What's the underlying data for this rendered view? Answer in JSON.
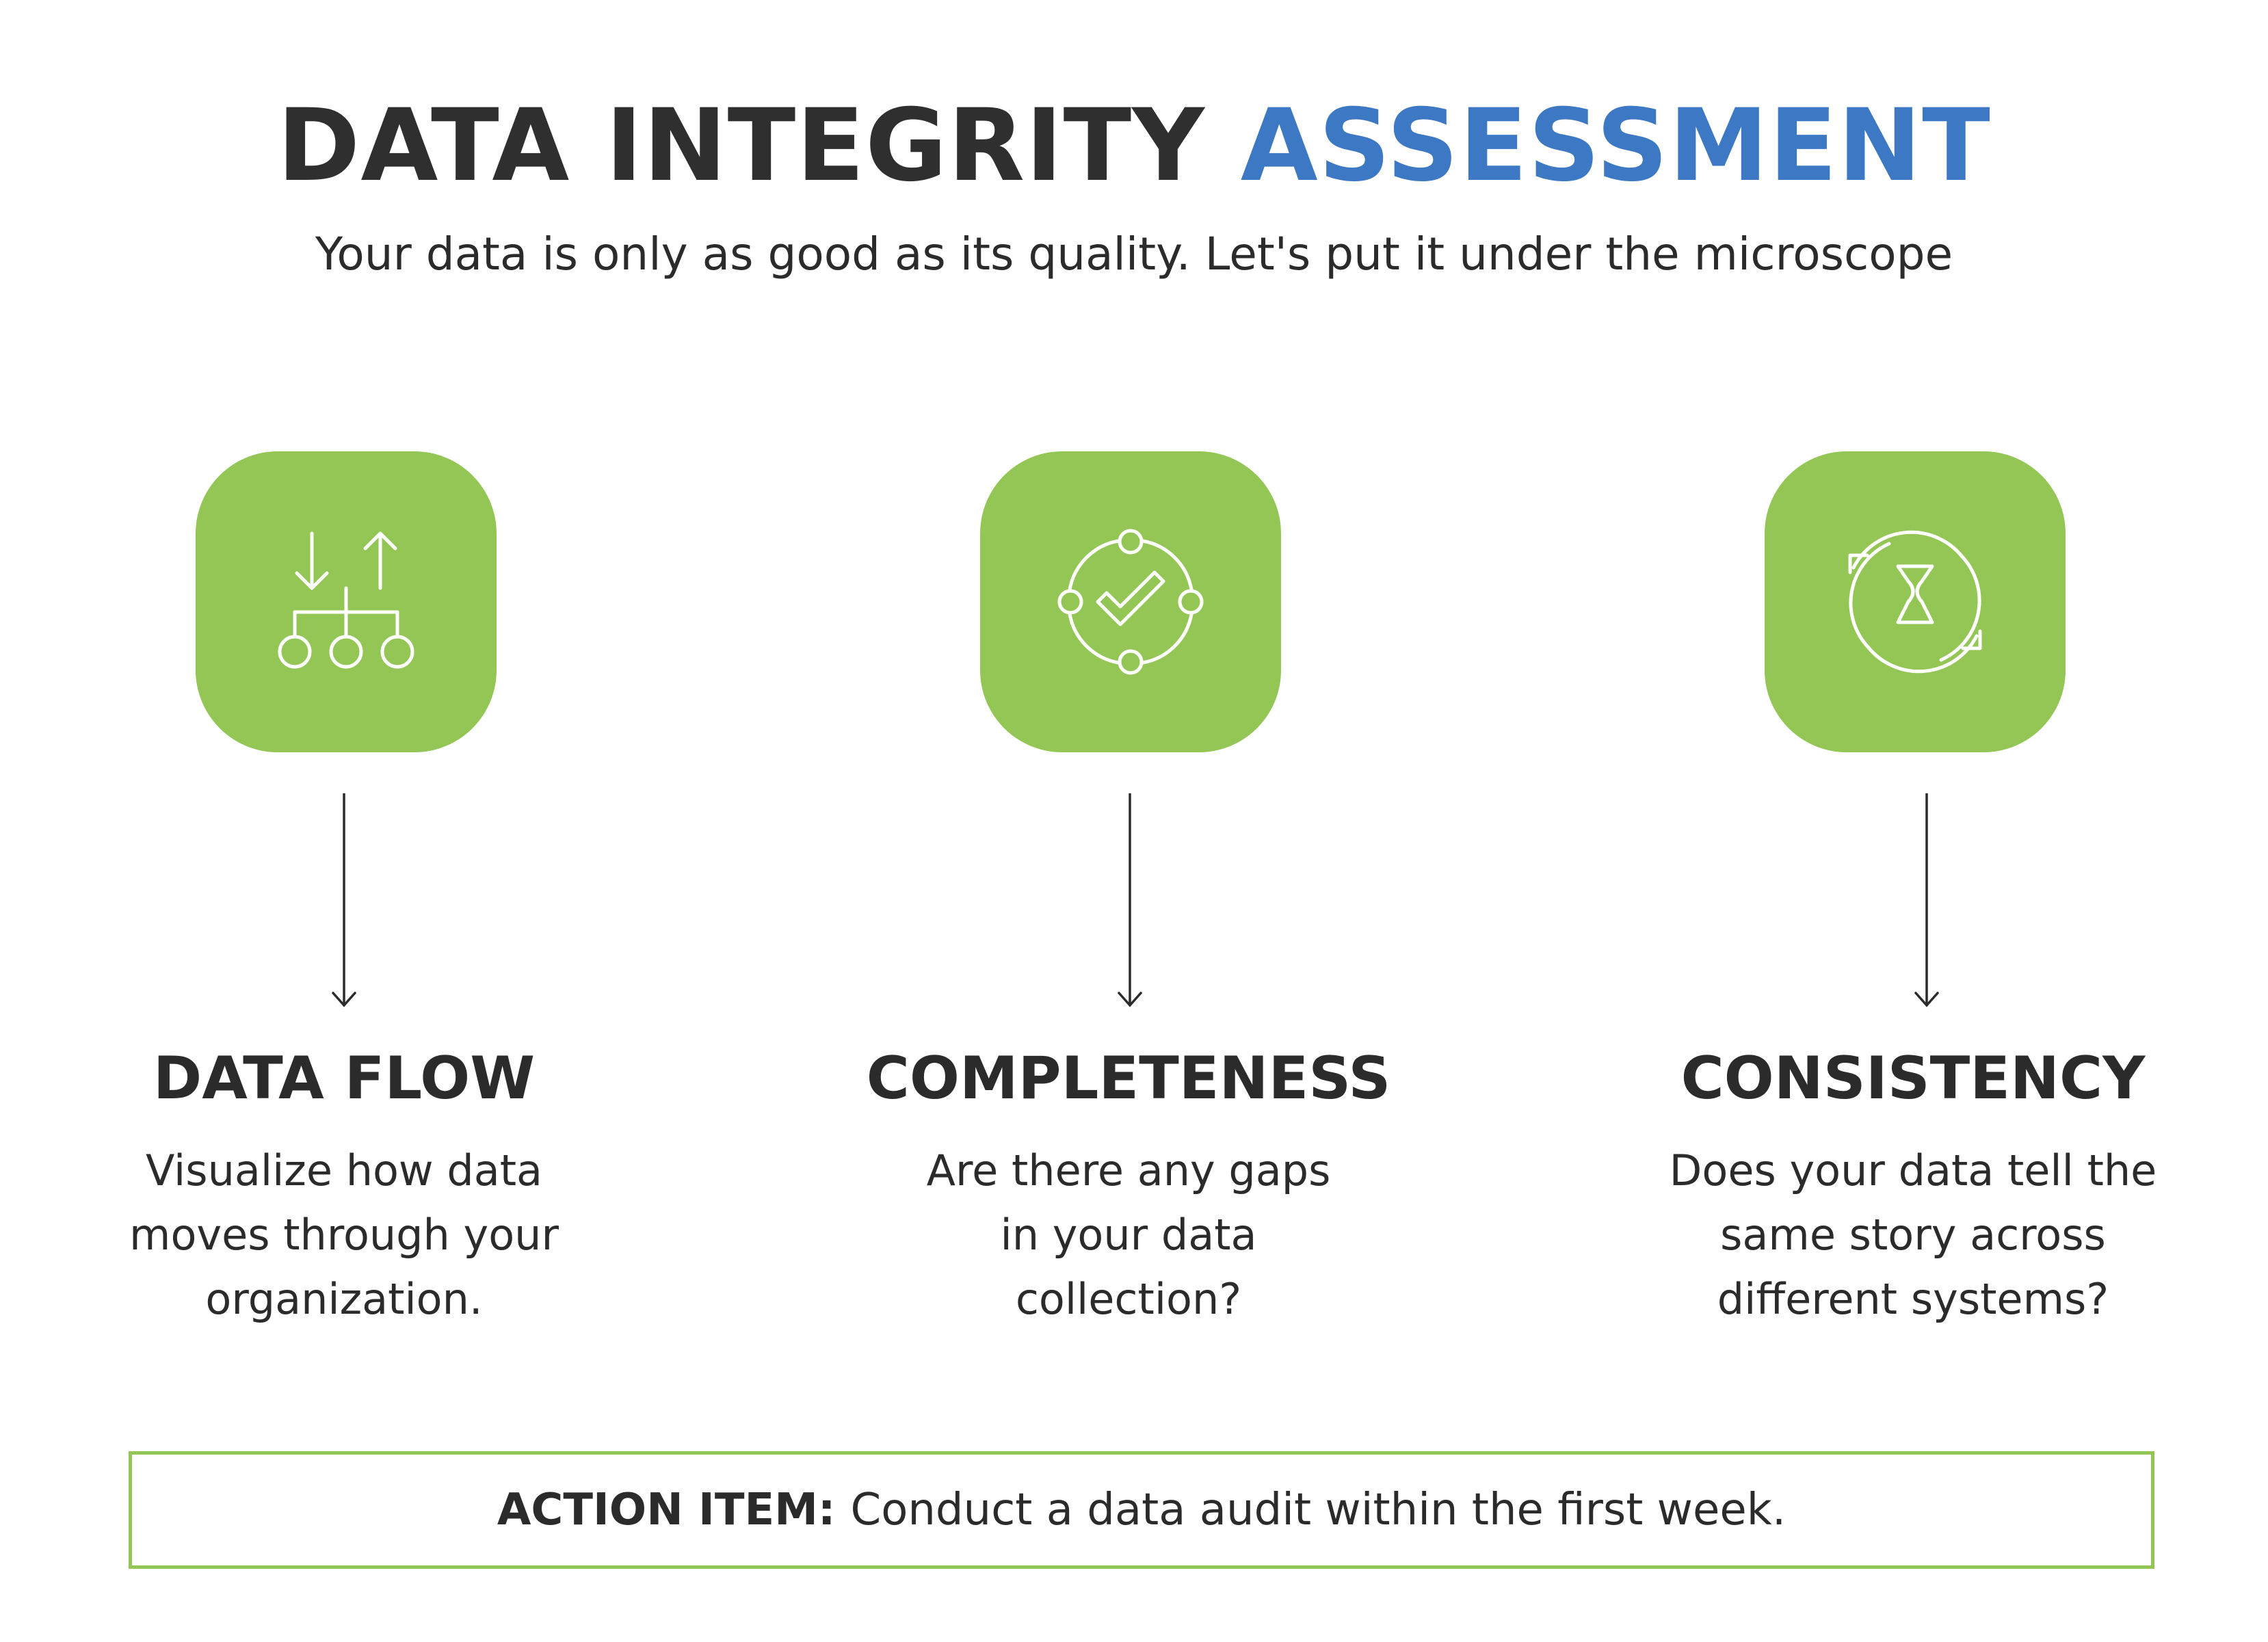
{
  "header": {
    "title_dark": "DATA INTEGRITY",
    "title_accent": "ASSESSMENT",
    "subtitle": "Your data is only as good as its quality. Let's put it under the microscope"
  },
  "colors": {
    "accent_blue": "#3d78c4",
    "icon_green": "#93c655",
    "text_dark": "#2b2b2b"
  },
  "columns": [
    {
      "icon": "data-flow-icon",
      "heading": "DATA FLOW",
      "lines": [
        "Visualize how data",
        "moves through your",
        "organization."
      ]
    },
    {
      "icon": "check-cycle-icon",
      "heading": "COMPLETENESS",
      "lines": [
        "Are there any gaps",
        "in your data",
        "collection?"
      ]
    },
    {
      "icon": "sync-hourglass-icon",
      "heading": "CONSISTENCY",
      "lines": [
        "Does your data tell the",
        "same story across",
        "different systems?"
      ]
    }
  ],
  "action": {
    "label": "ACTION ITEM:",
    "text": "Conduct a data audit within the first week."
  }
}
